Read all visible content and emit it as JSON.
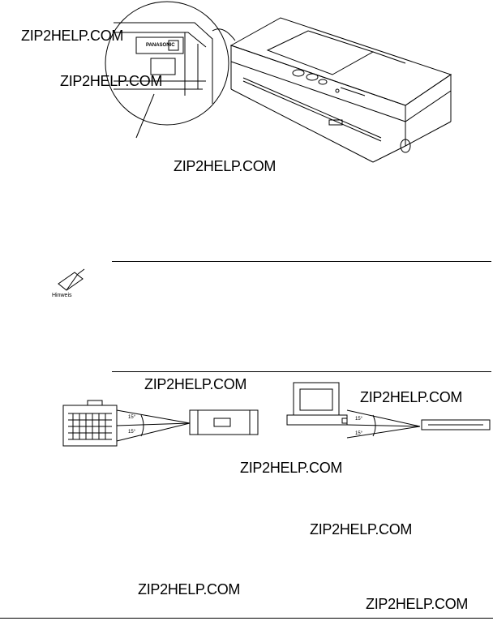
{
  "watermark": {
    "text": "ZIP2HELP.COM"
  },
  "printer_closeup": {
    "brand_label": "PANASONIC"
  },
  "note_icon": {
    "label": "Hinweis"
  },
  "diagram": {
    "angle_upper": "15°",
    "angle_lower": "15°"
  }
}
